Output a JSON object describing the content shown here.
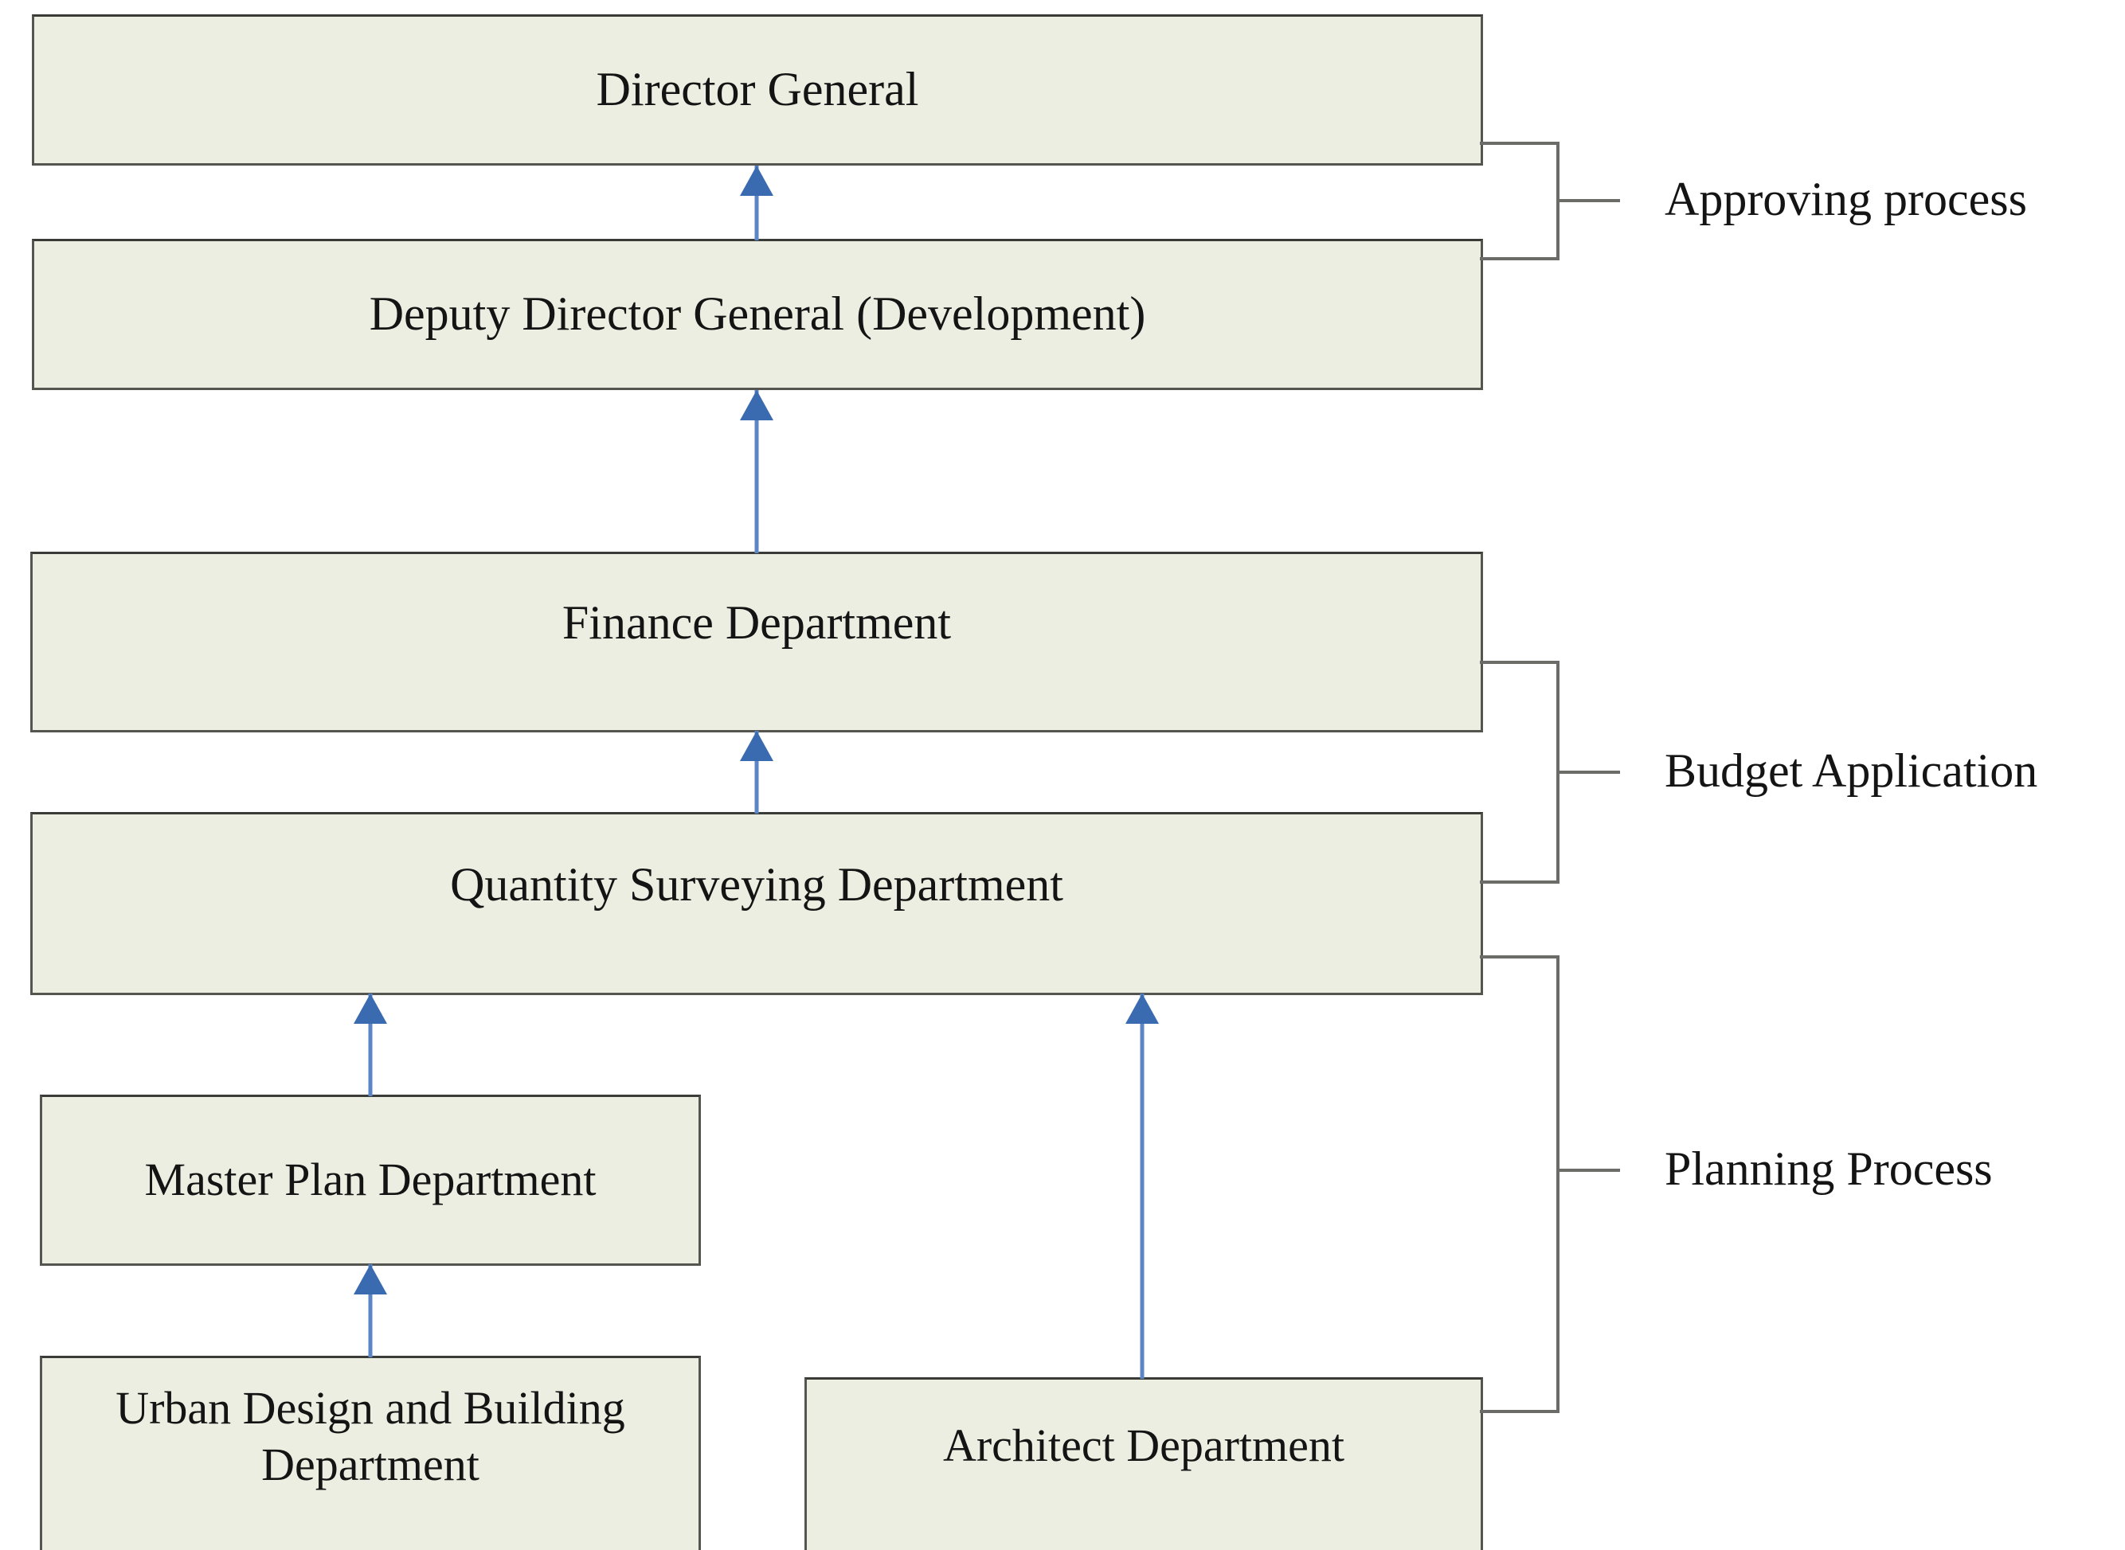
{
  "diagram": {
    "title": "Departmental approval, budget and planning process flow",
    "colors": {
      "node_fill": "#ECEEE1",
      "node_border": "#555550",
      "arrow": "#3A6BB0",
      "bracket": "#6b6b68",
      "background": "#ffffff",
      "text": "#141414"
    },
    "nodes": [
      {
        "id": "director-general",
        "label": "Director General"
      },
      {
        "id": "deputy-director",
        "label": "Deputy Director General (Development)"
      },
      {
        "id": "finance",
        "label": "Finance Department"
      },
      {
        "id": "quantity-surveying",
        "label": "Quantity Surveying Department"
      },
      {
        "id": "master-plan",
        "label": "Master Plan Department"
      },
      {
        "id": "urban-design",
        "label": "Urban Design and Building\nDepartment"
      },
      {
        "id": "architect",
        "label": "Architect Department"
      }
    ],
    "edges": [
      {
        "from": "deputy-director",
        "to": "director-general",
        "direction": "up"
      },
      {
        "from": "finance",
        "to": "deputy-director",
        "direction": "up"
      },
      {
        "from": "quantity-surveying",
        "to": "finance",
        "direction": "up"
      },
      {
        "from": "master-plan",
        "to": "quantity-surveying",
        "direction": "up"
      },
      {
        "from": "architect",
        "to": "quantity-surveying",
        "direction": "up"
      },
      {
        "from": "urban-design",
        "to": "master-plan",
        "direction": "up"
      }
    ],
    "groups": [
      {
        "id": "approving-process",
        "label": "Approving process",
        "spans": [
          "director-general",
          "deputy-director"
        ]
      },
      {
        "id": "budget-application",
        "label": "Budget Application",
        "spans": [
          "finance",
          "quantity-surveying"
        ]
      },
      {
        "id": "planning-process",
        "label": "Planning Process",
        "spans": [
          "quantity-surveying",
          "architect"
        ]
      }
    ]
  }
}
